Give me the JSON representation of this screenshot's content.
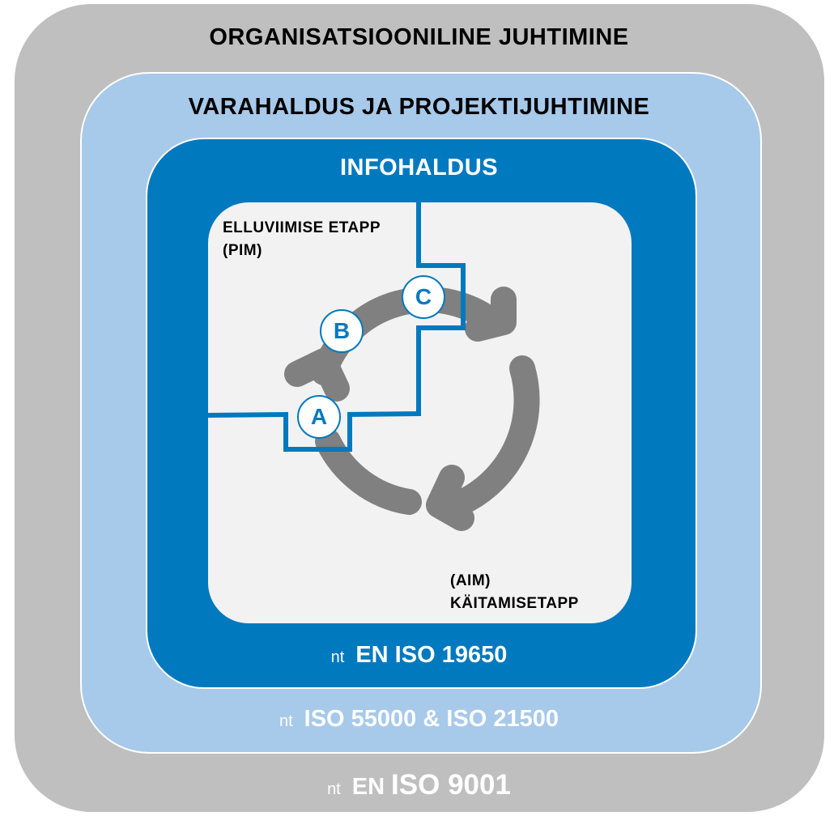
{
  "layers": {
    "organizational": {
      "title": "ORGANISATSIOONILINE JUHTIMINE",
      "prefix": "nt",
      "standard_a": "EN",
      "standard_b": "ISO 9001"
    },
    "asset_project": {
      "title": "VARAHALDUS JA PROJEKTIJUHTIMINE",
      "prefix": "nt",
      "standard": "ISO 55000 & ISO 21500"
    },
    "information": {
      "title": "INFOHALDUS",
      "prefix": "nt",
      "standard": "EN ISO 19650"
    }
  },
  "phases": {
    "delivery": {
      "line1": "ELLUVIIMISE ETAPP",
      "line2": "(PIM)"
    },
    "operational": {
      "line1": "(AIM)",
      "line2": "KÄITAMISETAPP"
    }
  },
  "markers": [
    "A",
    "B",
    "C"
  ],
  "colors": {
    "outer": "#bfbfbf",
    "middle": "#a7c9ea",
    "inner": "#0079bf",
    "core": "#f2f2f2",
    "arrows": "#808080"
  }
}
